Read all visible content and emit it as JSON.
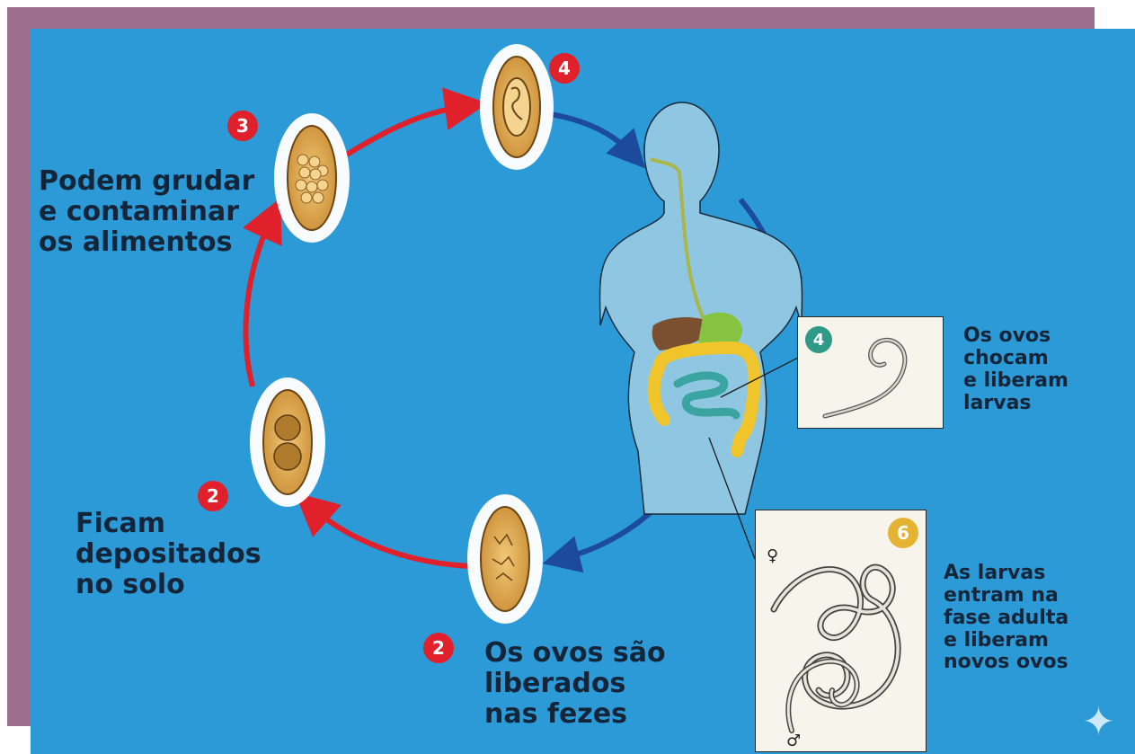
{
  "labels": {
    "podem_grudar": "Podem grudar\ne contaminar\nos alimentos",
    "ficam_depositados": "Ficam\ndepositados\nno solo",
    "ovos_liberados": "Os ovos são\nliberados\nnas fezes",
    "ovos_chocam": "Os ovos\nchocam\ne liberam\nlarvas",
    "larvas_adulta": "As larvas\nentram na\nfase adulta\ne liberam\nnovos ovos"
  },
  "badges": {
    "top_egg": "4",
    "left_top_egg": "3",
    "left_bottom_egg": "2",
    "bottom_egg": "2",
    "larva_inset": "4",
    "adult_inset": "6"
  },
  "symbols": {
    "female": "♀",
    "male": "♂",
    "sparkle": "✦"
  },
  "colors": {
    "background": "#2b9ad6",
    "frame_back": "#9d6e8e",
    "cycle_arrow": "#e0202a",
    "body_arrow": "#1c4a9c",
    "badge_red": "#e0202a",
    "badge_green": "#2f9a86",
    "badge_gold": "#e3b331",
    "text": "#14253a"
  }
}
